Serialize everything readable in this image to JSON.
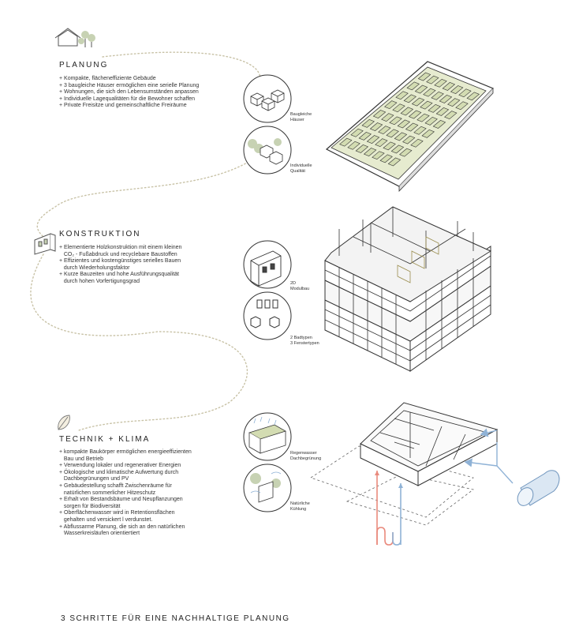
{
  "sections": [
    {
      "heading": "PLANUNG",
      "bullets": [
        "+ Kompakte, flächeneffiziente Gebäude",
        "+ 3 baugleiche Häuser ermöglichen eine serielle Planung",
        "+ Wohnungen, die sich den Lebensumständen anpassen",
        "+ Individuelle Lagequalitäten für die Bewohner schaffen",
        "+ Private Freisitze und gemeinschaftliche Freiräume"
      ],
      "callouts": [
        "Baugleiche\nHäuser",
        "Individuelle\nQualität"
      ]
    },
    {
      "heading": "KONSTRUKTION",
      "bullets": [
        "+ Elementierte Holzkonstruktion mit einem kleinen",
        "   CO₂ - Fußabdruck und recyclebare Baustoffen",
        "+ Effizientes und kostengünstiges serielles Bauen",
        "   durch Wiederholungsfaktor",
        "+ Kurze Bauzeiten und hohe Ausführungsqualität",
        "   durch hohen Vorfertigungsgrad"
      ],
      "callouts": [
        "2D\nModulbau",
        "2 Badtypen\n3 Fenstertypen"
      ]
    },
    {
      "heading": "TECHNIK + KLIMA",
      "bullets": [
        "+ kompakte Baukörper ermöglichen energieeffizienten",
        "   Bau und Betrieb",
        "+ Verwendung lokaler und regenerativer Energien",
        "+ Ökologische und klimatische Aufwertung durch",
        "   Dachbegrünungen und PV",
        "+ Gebäudestellung schafft Zwischenräume für",
        "   natürlichen sommerlicher Hitzeschutz",
        "+ Erhalt von Bestandsbäume und Neupflanzungen",
        "   sorgen für Biodiversität",
        "+ Oberflächenwasser wird in Retentionsflächen",
        "   gehalten und versickert l verdunstet.",
        "+ Abflussarme Planung, die sich an den natürlichen",
        "   Wasserkreisläufen orientiertiert"
      ],
      "callouts": [
        "Regenwasser\nDachbegrünung",
        "Natürliche\nKühlung"
      ]
    }
  ],
  "footer": "3 SCHRITTE FÜR EINE NACHHALTIGE PLANUNG",
  "colors": {
    "line": "#2a2a2a",
    "roof_green": "#e6ebcf",
    "panel_green": "#d3dcb2",
    "tree_green": "#c7d2b3",
    "path_dots": "#c8c2a6",
    "warm_pipe": "#e98a7d",
    "cold_pipe": "#8fb2d6",
    "water_tank": "#dbe7f3"
  },
  "icons": [
    "house-tree-icon",
    "timber-module-icon",
    "leaf-icon"
  ]
}
